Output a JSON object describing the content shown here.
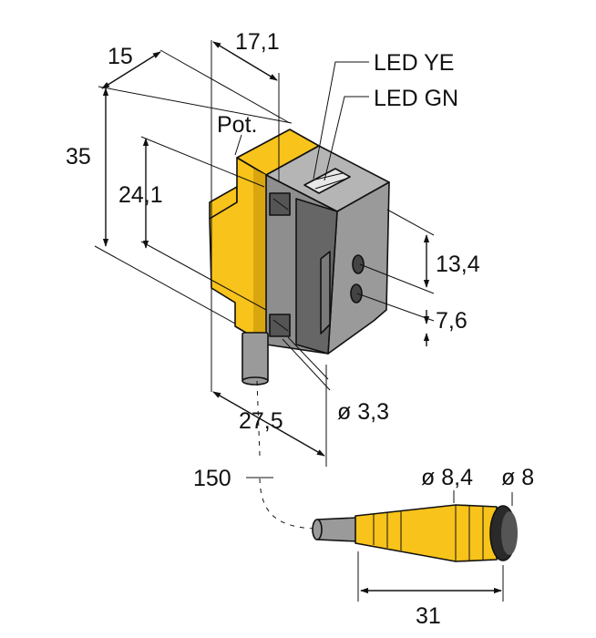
{
  "labels": {
    "dim_15": "15",
    "dim_17_1": "17,1",
    "led_ye": "LED YE",
    "led_gn": "LED GN",
    "pot": "Pot.",
    "dim_35": "35",
    "dim_24_1": "24,1",
    "dim_13_4": "13,4",
    "dim_7_6": "7,6",
    "dia_3_3": "ø 3,3",
    "dim_27_5": "27,5",
    "dim_150": "150",
    "dia_8_4": "ø 8,4",
    "dia_8": "ø 8",
    "dim_31": "31"
  },
  "colors": {
    "housing_yellow": "#f8c31b",
    "housing_yellow_shade": "#d9a60f",
    "housing_grey": "#8e8e8e",
    "housing_grey_light": "#b5b5b5",
    "housing_grey_dark": "#666666",
    "cable_grey": "#9a9a9a",
    "connector_black": "#2a2a2a",
    "line": "#111111"
  }
}
